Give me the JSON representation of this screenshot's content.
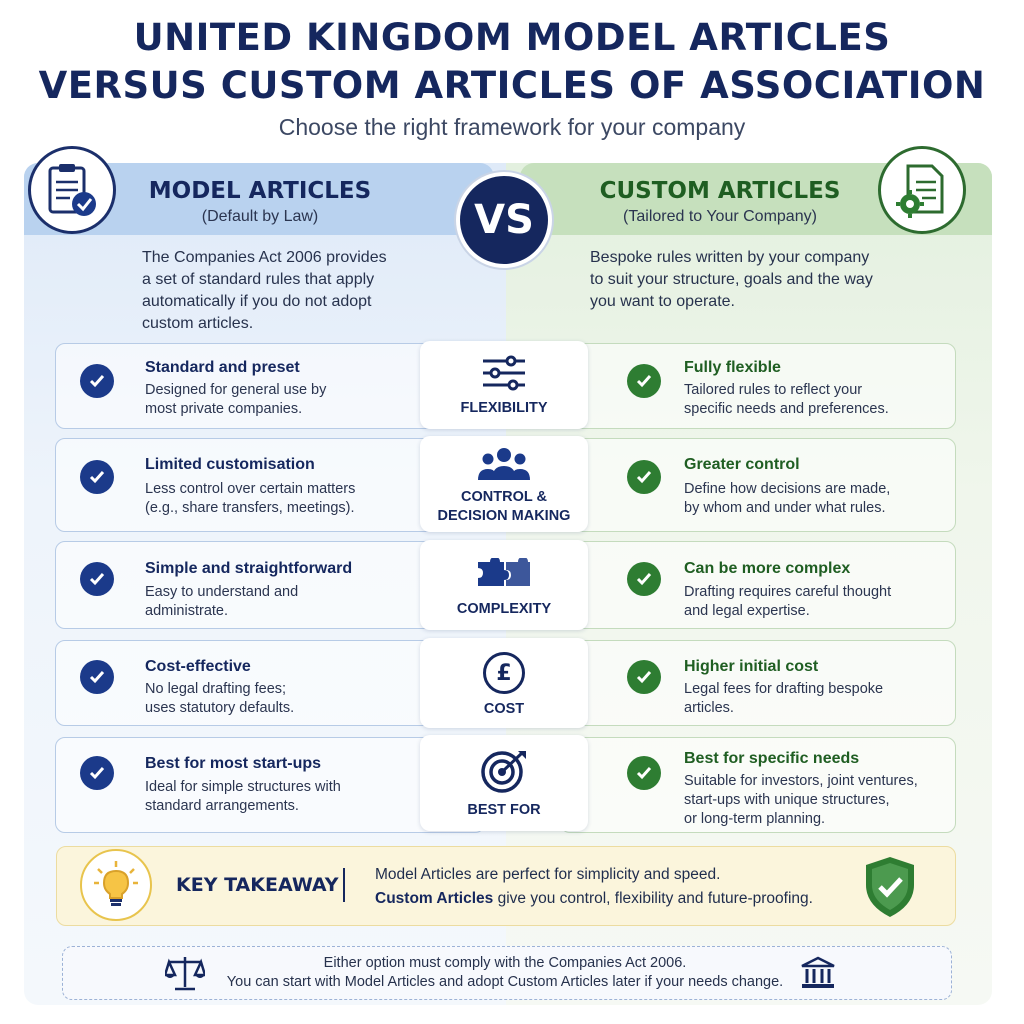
{
  "header": {
    "title_line1": "UNITED KINGDOM MODEL ARTICLES",
    "title_line2": "VERSUS CUSTOM ARTICLES OF ASSOCIATION",
    "subtitle": "Choose the right framework for your company"
  },
  "vs_label": "VS",
  "model": {
    "title": "MODEL ARTICLES",
    "subtitle": "(Default by Law)",
    "icon": "clipboard-check-icon",
    "intro": [
      "The Companies Act 2006 provides",
      "a set of standard rules that apply",
      "automatically if you do not adopt",
      "custom articles."
    ],
    "rows": [
      {
        "title": "Standard and preset",
        "desc": [
          "Designed for general use by",
          "most private companies."
        ]
      },
      {
        "title": "Limited customisation",
        "desc": [
          "Less control over certain matters",
          "(e.g., share transfers, meetings)."
        ]
      },
      {
        "title": "Simple and straightforward",
        "desc": [
          "Easy to understand and",
          "administrate."
        ]
      },
      {
        "title": "Cost-effective",
        "desc": [
          "No legal drafting fees;",
          "uses statutory defaults."
        ]
      },
      {
        "title": "Best for most start-ups",
        "desc": [
          "Ideal for simple structures with",
          "standard arrangements."
        ]
      }
    ]
  },
  "custom": {
    "title": "CUSTOM ARTICLES",
    "subtitle": "(Tailored to Your Company)",
    "icon": "document-gear-icon",
    "intro": [
      "Bespoke rules written by your company",
      "to suit your structure, goals and the way",
      "you want to operate."
    ],
    "rows": [
      {
        "title": "Fully flexible",
        "desc": [
          "Tailored rules to reflect your",
          "specific needs and preferences."
        ]
      },
      {
        "title": "Greater control",
        "desc": [
          "Define how decisions are made,",
          "by whom and under what rules."
        ]
      },
      {
        "title": "Can be more complex",
        "desc": [
          "Drafting requires careful thought",
          "and legal expertise."
        ]
      },
      {
        "title": "Higher initial cost",
        "desc": [
          "Legal fees for drafting bespoke",
          "articles."
        ]
      },
      {
        "title": "Best for specific needs",
        "desc": [
          "Suitable for investors, joint ventures,",
          "start-ups with unique structures,",
          "or long-term planning."
        ]
      }
    ]
  },
  "criteria": [
    {
      "label": [
        "FLEXIBILITY"
      ],
      "icon": "sliders-icon"
    },
    {
      "label": [
        "CONTROL &",
        "DECISION MAKING"
      ],
      "icon": "people-icon"
    },
    {
      "label": [
        "COMPLEXITY"
      ],
      "icon": "puzzle-icon"
    },
    {
      "label": [
        "COST"
      ],
      "icon": "pound-coin-icon",
      "glyph": "£"
    },
    {
      "label": [
        "BEST FOR"
      ],
      "icon": "target-icon"
    }
  ],
  "takeaway": {
    "title": "KEY TAKEAWAY",
    "line1": "Model Articles are perfect for simplicity and speed.",
    "line2_strong": "Custom Articles",
    "line2_rest": " give you control, flexibility and future-proofing.",
    "icons": [
      "lightbulb-icon",
      "shield-check-icon"
    ]
  },
  "note": {
    "line1": "Either option must comply with the Companies Act 2006.",
    "line2": "You can start with Model Articles and adopt Custom Articles later if your needs change.",
    "icons": [
      "scales-icon",
      "courthouse-icon"
    ]
  },
  "colors": {
    "navy": "#15275e",
    "green": "#2e7d32",
    "blue_head": "#b9d2ef",
    "green_head": "#c6e0bd",
    "takeaway_bg": "#fbf5dc"
  }
}
